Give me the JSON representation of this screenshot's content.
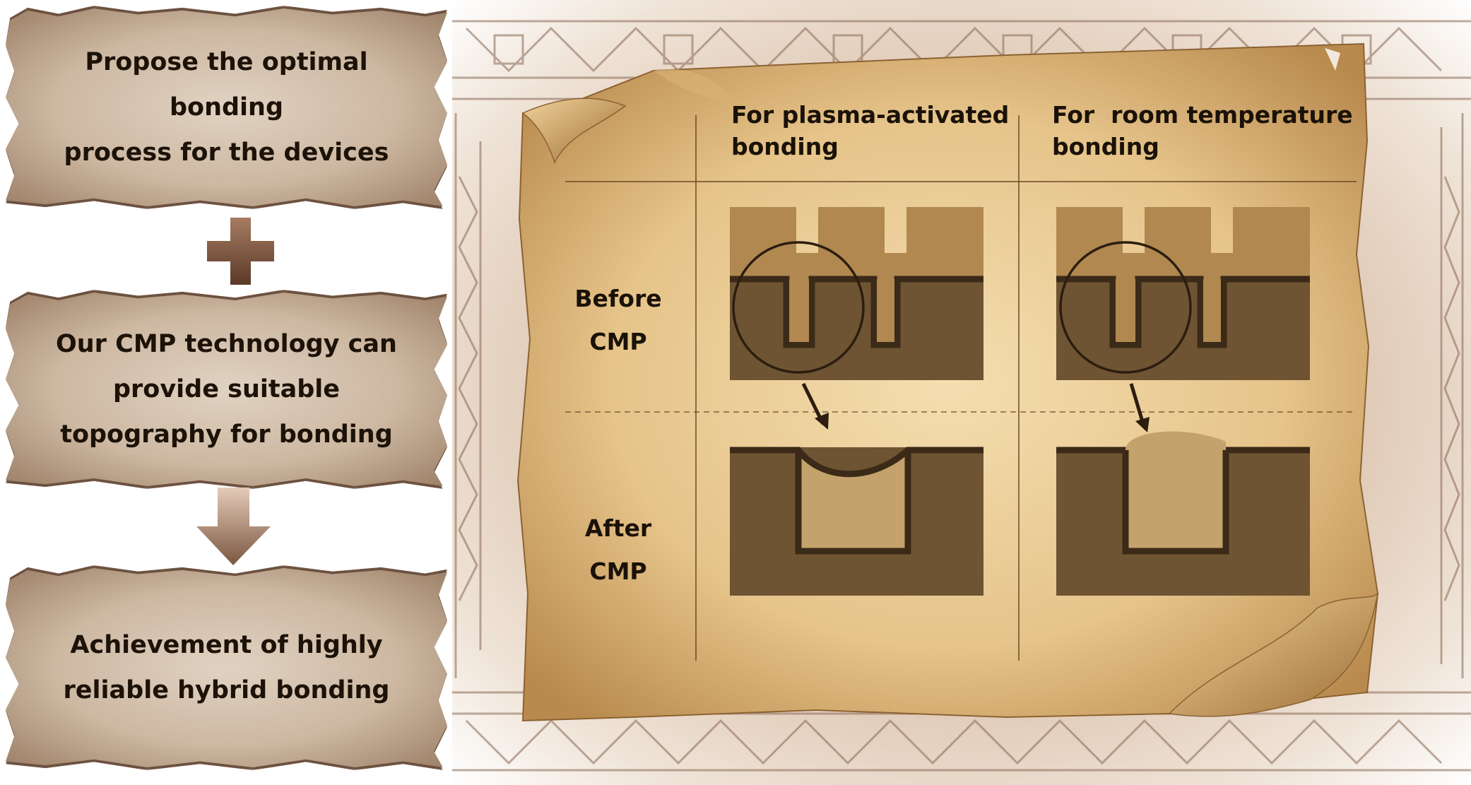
{
  "flow": {
    "step1": [
      "Propose the optimal bonding",
      "process for the devices"
    ],
    "step2": [
      "Our CMP technology can",
      "provide suitable",
      "topography for bonding"
    ],
    "step3": [
      "Achievement of highly",
      "reliable hybrid bonding"
    ],
    "connector_plus": "plus-icon",
    "connector_arrow": "arrow-down-icon"
  },
  "table": {
    "col1_header": [
      "For plasma-activated",
      "bonding"
    ],
    "col2_header": [
      "For  room temperature",
      "bonding"
    ],
    "row1_label": [
      "Before",
      "CMP"
    ],
    "row2_label": [
      "After",
      "CMP"
    ]
  },
  "colors": {
    "board_light": "#e0d2c2",
    "board_dark": "#9c7f66",
    "parchment": "#e9c98f",
    "substrate_dark": "#6e5433",
    "layer_light": "#b08850",
    "metal_fill": "#c4a26b"
  }
}
